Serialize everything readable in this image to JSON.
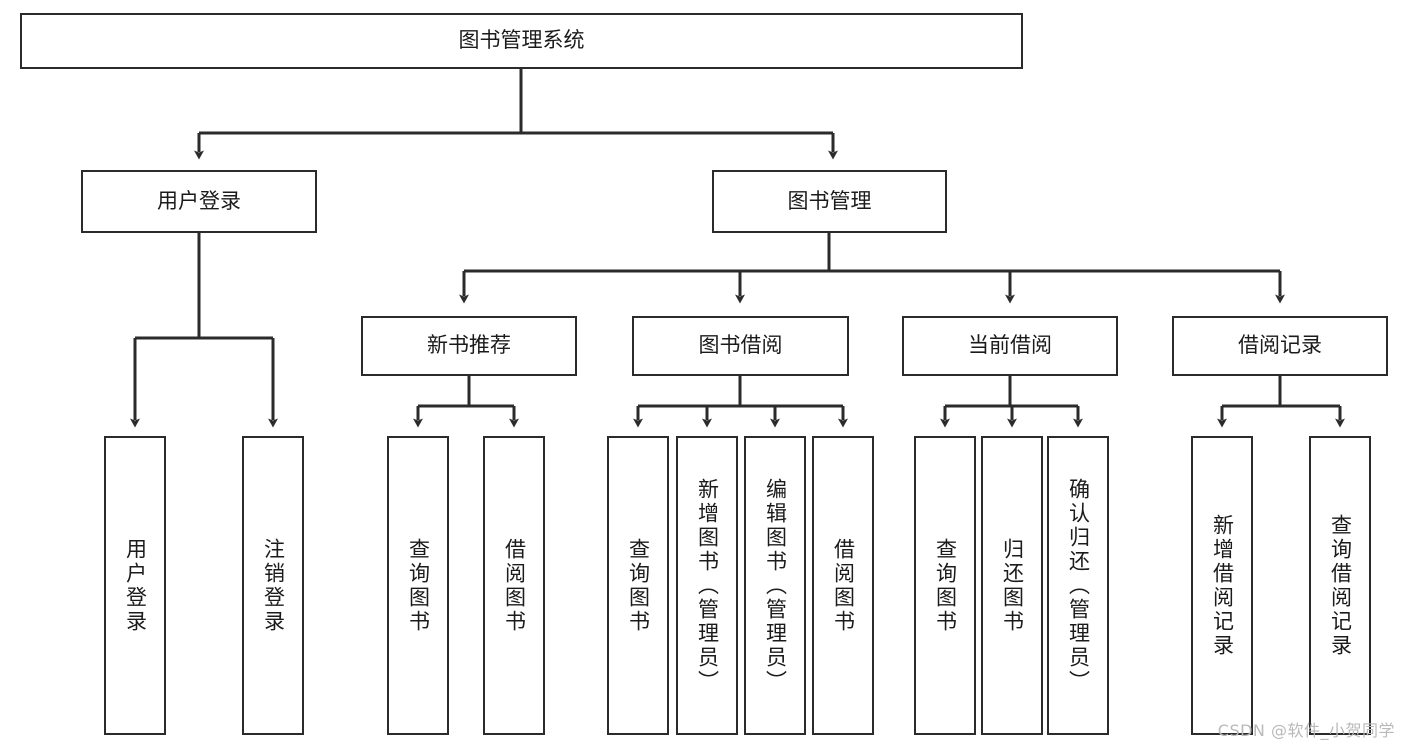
{
  "diagram": {
    "title": "图书管理系统",
    "type": "tree-hierarchy-chart",
    "colors": {
      "stroke": "#2b2b2b",
      "fill": "#ffffff",
      "text": "#1b1b1b",
      "watermark": "#b9b9b9"
    },
    "nodes": {
      "root": {
        "label": "图书管理系统"
      },
      "level2": [
        {
          "id": "user-login",
          "label": "用户登录"
        },
        {
          "id": "book-management",
          "label": "图书管理"
        }
      ],
      "level3": [
        {
          "id": "new-book-recommend",
          "label": "新书推荐"
        },
        {
          "id": "book-borrow",
          "label": "图书借阅"
        },
        {
          "id": "current-borrow",
          "label": "当前借阅"
        },
        {
          "id": "borrow-record",
          "label": "借阅记录"
        }
      ],
      "leaves": {
        "user_login": [
          {
            "id": "leaf-user-login",
            "label": "用户登录"
          },
          {
            "id": "leaf-logout-login",
            "label": "注销登录"
          }
        ],
        "new_book_recommend": [
          {
            "id": "leaf-query-book-1",
            "label": "查询图书"
          },
          {
            "id": "leaf-borrow-book-1",
            "label": "借阅图书"
          }
        ],
        "book_borrow": [
          {
            "id": "leaf-query-book-2",
            "label": "查询图书"
          },
          {
            "id": "leaf-add-book-admin",
            "label": "新增图书（管理员）"
          },
          {
            "id": "leaf-edit-book-admin",
            "label": "编辑图书（管理员）"
          },
          {
            "id": "leaf-borrow-book-2",
            "label": "借阅图书"
          }
        ],
        "current_borrow": [
          {
            "id": "leaf-query-book-3",
            "label": "查询图书"
          },
          {
            "id": "leaf-return-book",
            "label": "归还图书"
          },
          {
            "id": "leaf-confirm-return-admin",
            "label": "确认归还（管理员）"
          }
        ],
        "borrow_record": [
          {
            "id": "leaf-add-borrow-record",
            "label": "新增借阅记录"
          },
          {
            "id": "leaf-query-borrow-record",
            "label": "查询借阅记录"
          }
        ]
      }
    },
    "watermark": "CSDN @软件_小贺同学"
  }
}
